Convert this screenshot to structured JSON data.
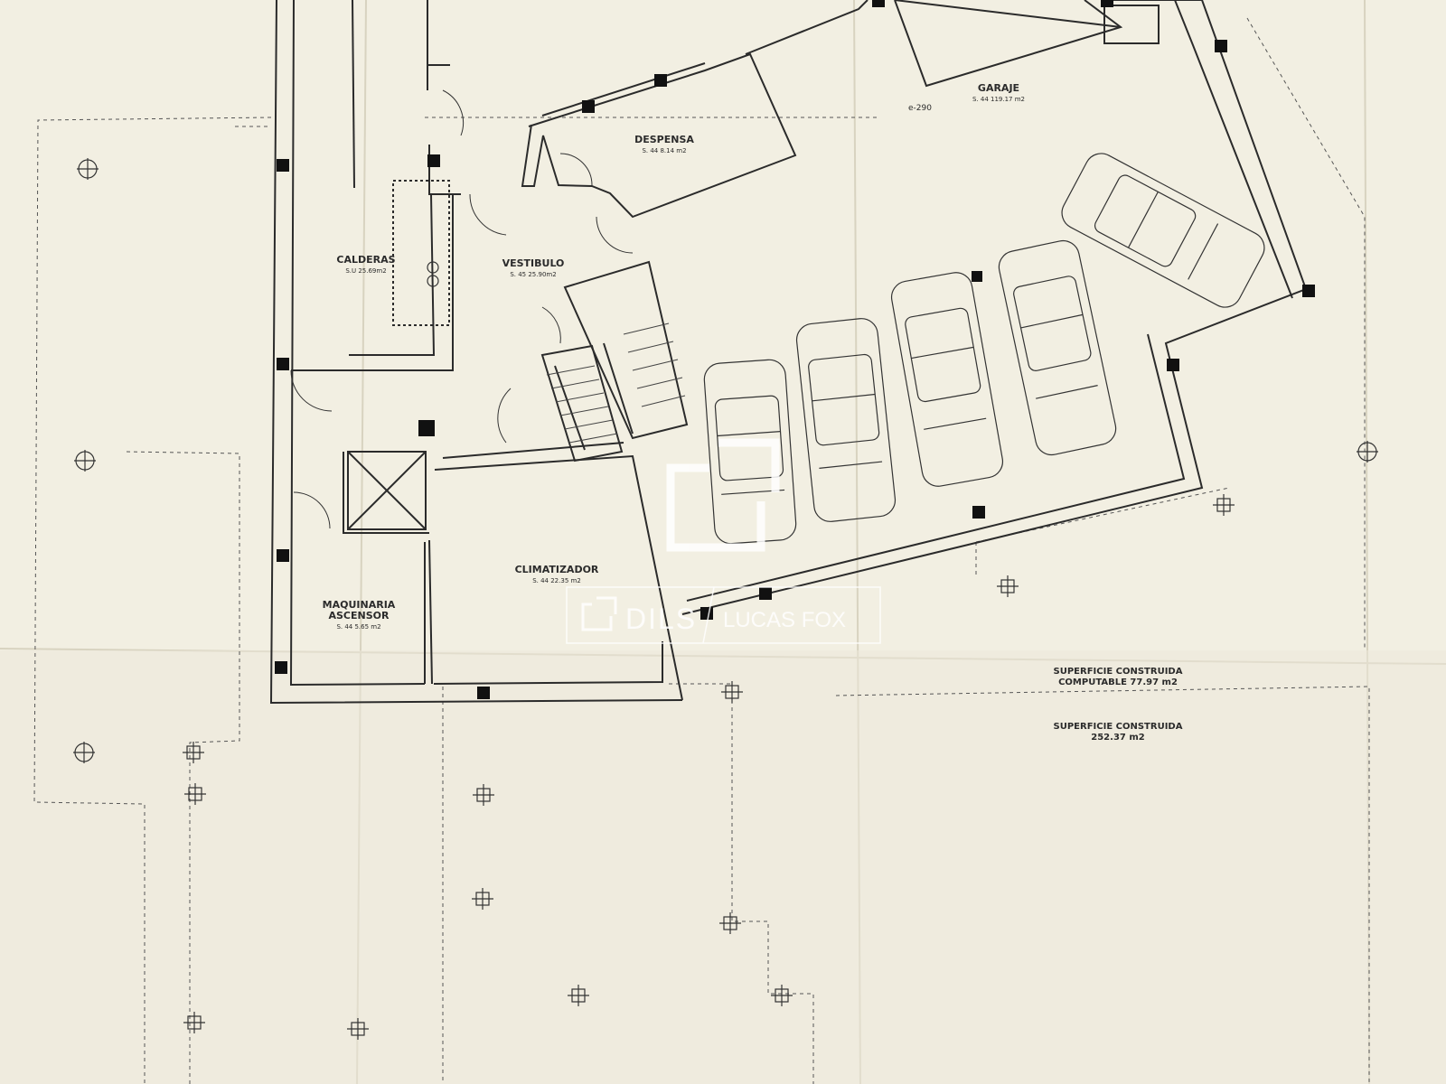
{
  "plan": {
    "rooms": {
      "calderas": {
        "name": "CALDERAS",
        "area": "S.U 25.69m2"
      },
      "vestibulo": {
        "name": "VESTIBULO",
        "area": "S. 45 25.90m2"
      },
      "despensa": {
        "name": "DESPENSA",
        "area": "S. 44 8.14 m2"
      },
      "garaje": {
        "name": "GARAJE",
        "area": "S. 44 119.17 m2"
      },
      "climatizador": {
        "name": "CLIMATIZADOR",
        "area": "S. 44 22.35 m2"
      },
      "maquinaria": {
        "name_line1": "MAQUINARIA",
        "name_line2": "ASCENSOR",
        "area": "S. 44 5.65 m2"
      }
    },
    "level_note": "e-290",
    "summary": {
      "computable_line1": "SUPERFICIE CONSTRUIDA",
      "computable_line2": "COMPUTABLE 77.97 m2",
      "total_line1": "SUPERFICIE CONSTRUIDA",
      "total_line2": "252.37 m2"
    }
  },
  "watermark": {
    "brand_left": "DILS",
    "brand_right": "LUCAS FOX"
  },
  "colors": {
    "paper": "#f2efe2",
    "ink": "#2b2b2b",
    "pillar": "#111111"
  }
}
